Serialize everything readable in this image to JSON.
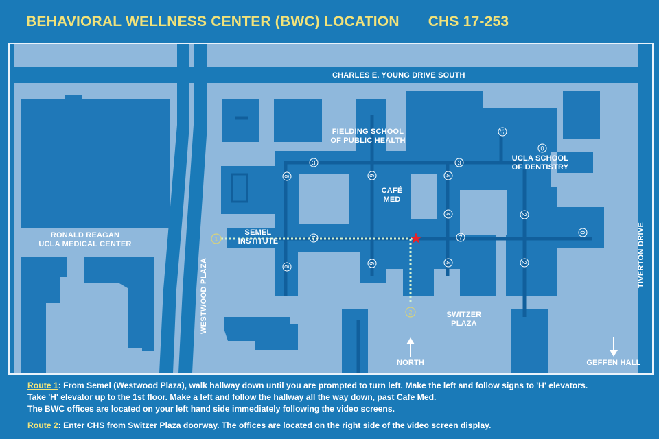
{
  "header": {
    "title": "BEHAVIORAL WELLNESS CENTER (BWC) LOCATION",
    "room_code": "CHS 17-253"
  },
  "map": {
    "colors": {
      "background": "#1a7ab8",
      "ground": "#8fb8dc",
      "building": "#1f78b8",
      "hallway": "#115f9c",
      "title": "#f1e27a",
      "route_path": "#d6f2d0",
      "destination": "#e8222a"
    },
    "streets": {
      "north": "CHARLES E. YOUNG DRIVE SOUTH",
      "west": "WESTWOOD PLAZA",
      "east": "TIVERTON DRIVE"
    },
    "buildings": {
      "medical_center": [
        "RONALD REAGAN",
        "UCLA MEDICAL CENTER"
      ],
      "public_health": [
        "FIELDING SCHOOL",
        "OF PUBLIC HEALTH"
      ],
      "dentistry": [
        "UCLA SCHOOL",
        "OF DENTISTRY"
      ],
      "cafe": [
        "CAFÉ",
        "MED"
      ],
      "semel": [
        "SEMEL",
        "INSTITUTE"
      ],
      "switzer": [
        "SWITZER",
        "PLAZA"
      ]
    },
    "elevator_markers": [
      "3",
      "3",
      "8",
      "8",
      "6",
      "6",
      "4",
      "4",
      "4",
      "7",
      "7",
      "1P",
      "0",
      "0",
      "2",
      "2"
    ],
    "route_markers": {
      "route1": "1",
      "route2": "2"
    },
    "north_label": "NORTH",
    "geffen_label": "GEFFEN HALL"
  },
  "routes": [
    {
      "name": "Route 1",
      "lines": [
        ": From Semel (Westwood Plaza), walk hallway down until you are prompted to turn left. Make the left and follow signs to 'H' elevators.",
        "Take 'H' elevator  up to the 1st floor.  Make a left and follow the hallway all the way down, past Cafe Med.",
        "The BWC offices are located on your left hand side immediately following the video screens."
      ]
    },
    {
      "name": "Route 2",
      "lines": [
        ": Enter CHS from Switzer Plaza doorway. The offices are located on the right side of the video screen display."
      ]
    }
  ]
}
